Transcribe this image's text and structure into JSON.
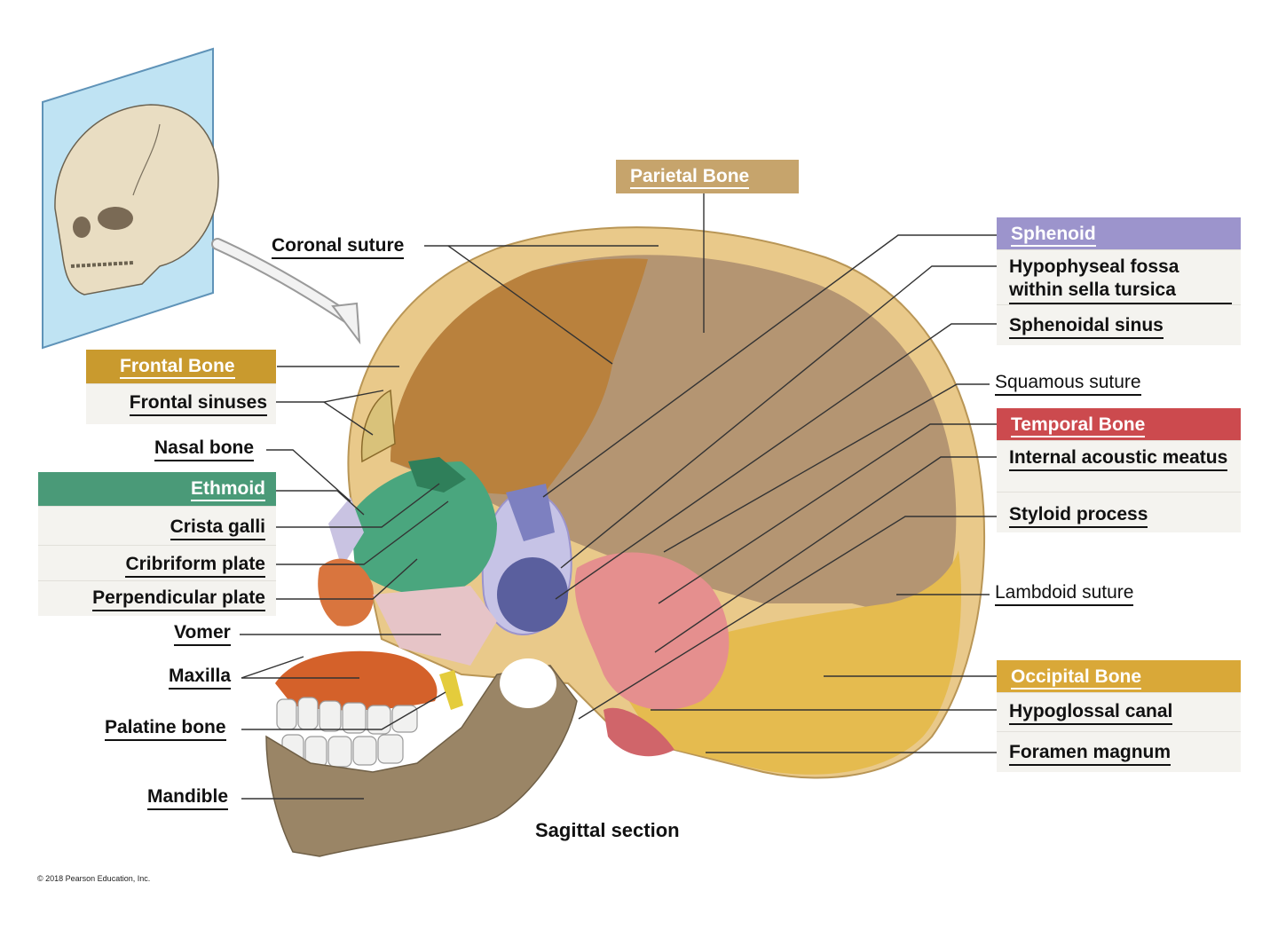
{
  "title": "Sagittal section",
  "copyright": "© 2018 Pearson Education, Inc.",
  "labels": {
    "coronal_suture": "Coronal suture",
    "parietal_bone": "Parietal Bone",
    "frontal_bone": "Frontal Bone",
    "frontal_sinuses": "Frontal sinuses",
    "nasal_bone": "Nasal bone",
    "ethmoid": "Ethmoid",
    "crista_galli": "Crista galli",
    "cribriform_plate": "Cribriform plate",
    "perpendicular_plate": "Perpendicular plate",
    "vomer": "Vomer",
    "maxilla": "Maxilla",
    "palatine_bone": "Palatine bone",
    "mandible": "Mandible",
    "sphenoid": "Sphenoid",
    "hypophyseal_fossa": "Hypophyseal fossa within sella tursica",
    "sphenoidal_sinus": "Sphenoidal sinus",
    "squamous_suture": "Squamous suture",
    "temporal_bone": "Temporal Bone",
    "internal_acoustic_meatus": "Internal acoustic meatus",
    "styloid_process": "Styloid process",
    "lambdoid_suture": "Lambdoid suture",
    "occipital_bone": "Occipital Bone",
    "hypoglossal_canal": "Hypoglossal canal",
    "foramen_magnum": "Foramen magnum"
  },
  "colors": {
    "parietal": "#c6a46c",
    "frontal": "#c99a2e",
    "ethmoid": "#4a9a78",
    "sphenoid": "#9c94cc",
    "temporal": "#cc4a4e",
    "occipital": "#d9a838"
  }
}
